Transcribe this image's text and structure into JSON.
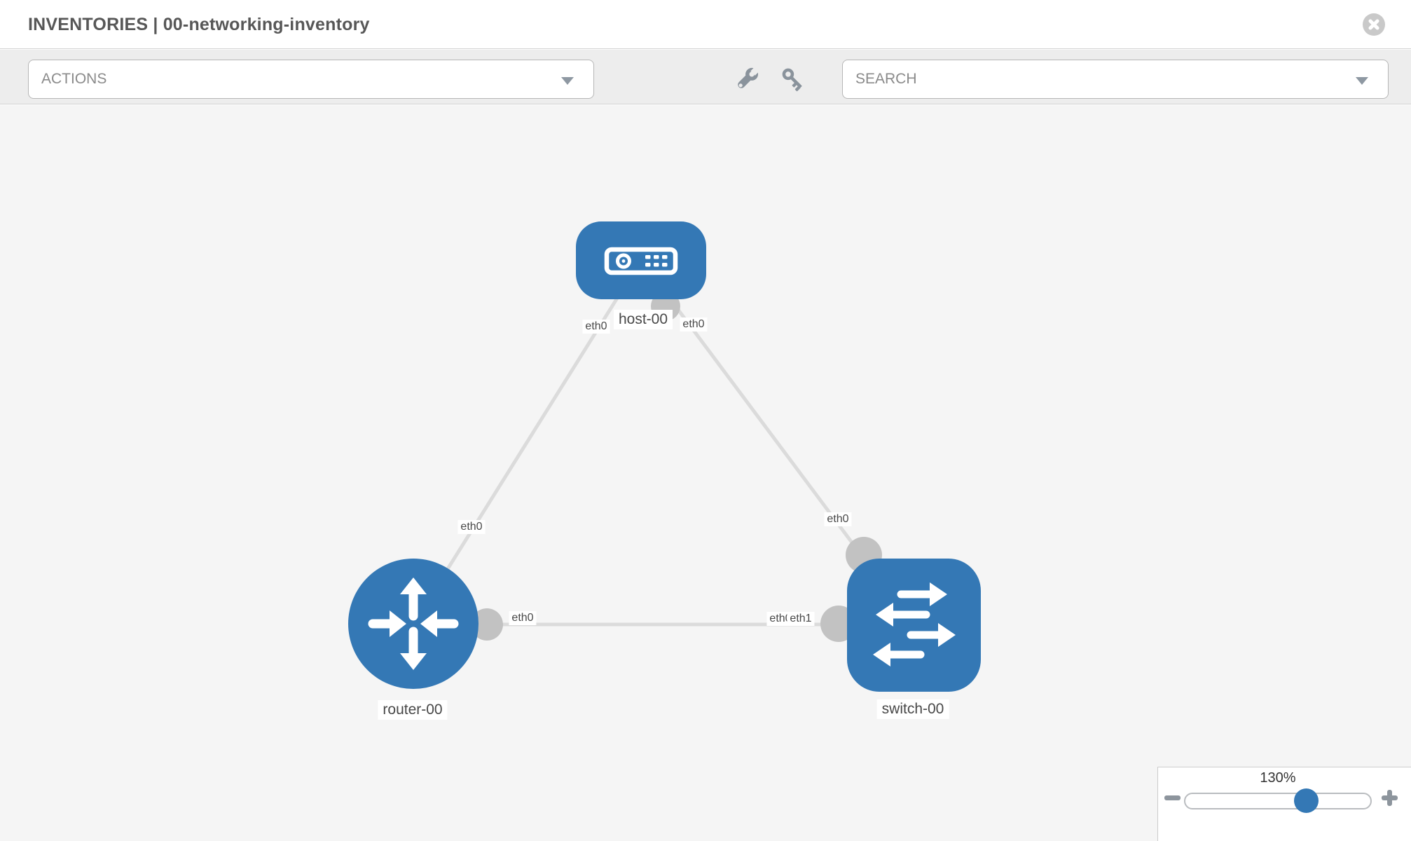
{
  "header": {
    "title": "INVENTORIES | 00-networking-inventory"
  },
  "toolbar": {
    "actions_label": "ACTIONS",
    "search_placeholder": "SEARCH",
    "tool_icons": [
      "wrench-icon",
      "key-icon"
    ]
  },
  "graph": {
    "nodes": [
      {
        "label": "host-00",
        "type": "host"
      },
      {
        "label": "router-00",
        "type": "router"
      },
      {
        "label": "switch-00",
        "type": "switch"
      }
    ],
    "links": [
      {
        "from": "host-00",
        "to": "router-00",
        "from_iface": "eth0",
        "to_iface": "eth0"
      },
      {
        "from": "host-00",
        "to": "switch-00",
        "from_iface": "eth0",
        "to_iface": "eth0"
      },
      {
        "from": "router-00",
        "to": "switch-00",
        "from_iface": "eth0",
        "to_iface": "eth1",
        "to_iface_overlapped": "eth0"
      }
    ]
  },
  "zoom_control": {
    "level": "130%"
  },
  "colors": {
    "node_blue": "#3478b5",
    "link_gray": "#dbdbdb",
    "connector_gray": "#c2c2c2",
    "canvas_bg": "#f5f5f5",
    "toolbar_bg": "#ededed",
    "icon_gray": "#8a939c"
  }
}
